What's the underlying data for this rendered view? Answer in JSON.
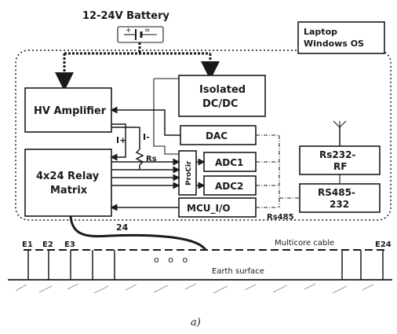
{
  "battery": {
    "label": "12-24V Battery"
  },
  "laptop": {
    "line1": "Laptop",
    "line2": "Windows OS"
  },
  "blocks": {
    "hv_amplifier": "HV Amplifier",
    "isolated_dcdc": {
      "line1": "Isolated",
      "line2": "DC/DC"
    },
    "dac": "DAC",
    "adc1": "ADC1",
    "adc2": "ADC2",
    "mcu": "MCU_I/O",
    "relay_matrix": {
      "line1": "4x24 Relay",
      "line2": "Matrix"
    },
    "procir": "ProCir",
    "rs232_rf": {
      "line1": "Rs232-",
      "line2": "RF"
    },
    "rs485_232": {
      "line1": "RS485-",
      "line2": "232"
    }
  },
  "wire_labels": {
    "i_plus": "I+",
    "i_minus": "I-",
    "rs": "Rs",
    "rs485": "Rs485",
    "count_24": "24"
  },
  "field": {
    "multicore_cable": "Multicore cable",
    "earth_surface": "Earth surface",
    "electrodes": [
      "E1",
      "E2",
      "E3",
      "E24"
    ],
    "ellipsis": "o  o  o"
  },
  "caption": "a)",
  "colors": {
    "ink": "#1a1a1a",
    "background": "#ffffff"
  }
}
